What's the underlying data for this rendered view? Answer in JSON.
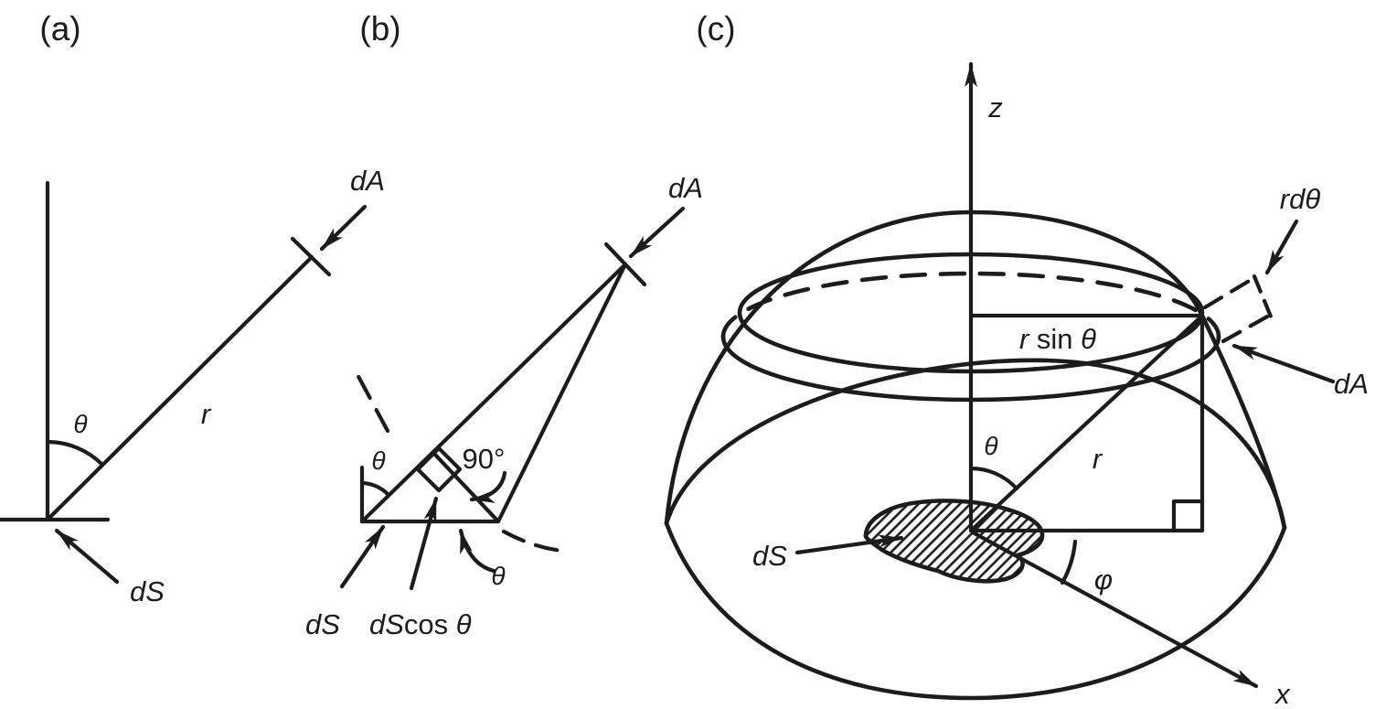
{
  "figure": {
    "type": "textbook-geometry-diagram",
    "description": "Solid angle and projected area geometry: (a) area dA at distance r and angle θ from surface dS; (b) projection dS cos θ; (c) hemisphere with spherical coordinates",
    "colors": {
      "ink": "#1c1c1c",
      "background": "#ffffff"
    }
  },
  "panel_labels": {
    "a": "(a)",
    "b": "(b)",
    "c": "(c)"
  },
  "labels": {
    "a": {
      "dA": "dA",
      "theta": "θ",
      "r": "r",
      "dS": "dS"
    },
    "b": {
      "dA": "dA",
      "theta_left": "θ",
      "right_angle": "90°",
      "theta_right": "θ",
      "dS": "dS",
      "dScos_dS": "dS",
      "dScos_cos": "cos ",
      "dScos_theta": "θ"
    },
    "c": {
      "z": "z",
      "rd_theta": "rdθ",
      "rsin_r": "r ",
      "rsin_sin": "sin ",
      "rsin_theta": "θ",
      "dA": "dA",
      "theta": "θ",
      "r": "r",
      "dS": "dS",
      "phi": "φ",
      "x": "x"
    }
  }
}
